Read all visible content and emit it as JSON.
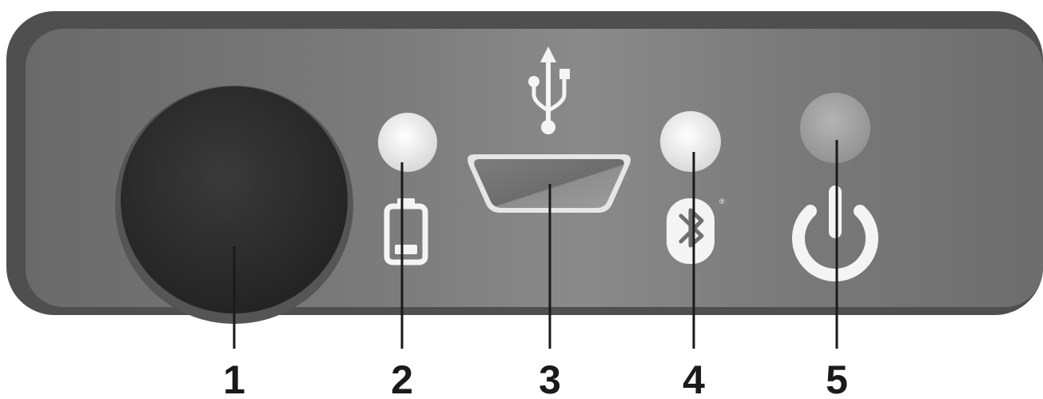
{
  "device": {
    "name": "device-side-panel",
    "controls": [
      {
        "id": "1",
        "label": "1",
        "component": "large-knob"
      },
      {
        "id": "2",
        "label": "2",
        "component": "battery-indicator-led",
        "icon": "battery-low-icon"
      },
      {
        "id": "3",
        "label": "3",
        "component": "micro-usb-port",
        "icon": "usb-icon"
      },
      {
        "id": "4",
        "label": "4",
        "component": "bluetooth-indicator-led",
        "icon": "bluetooth-icon"
      },
      {
        "id": "5",
        "label": "5",
        "component": "power-button",
        "icon": "power-icon"
      }
    ]
  },
  "colors": {
    "panel_outer": "#4d4d4d",
    "panel_face": "#6f6f6f",
    "panel_highlight": "#8a8a8a",
    "knob": "#2b2b2b",
    "led_white": "#f1f1f1",
    "power_button": "#a4a4a4",
    "icon_white": "#f4f4f4",
    "leader_line": "#1a1a1a"
  }
}
